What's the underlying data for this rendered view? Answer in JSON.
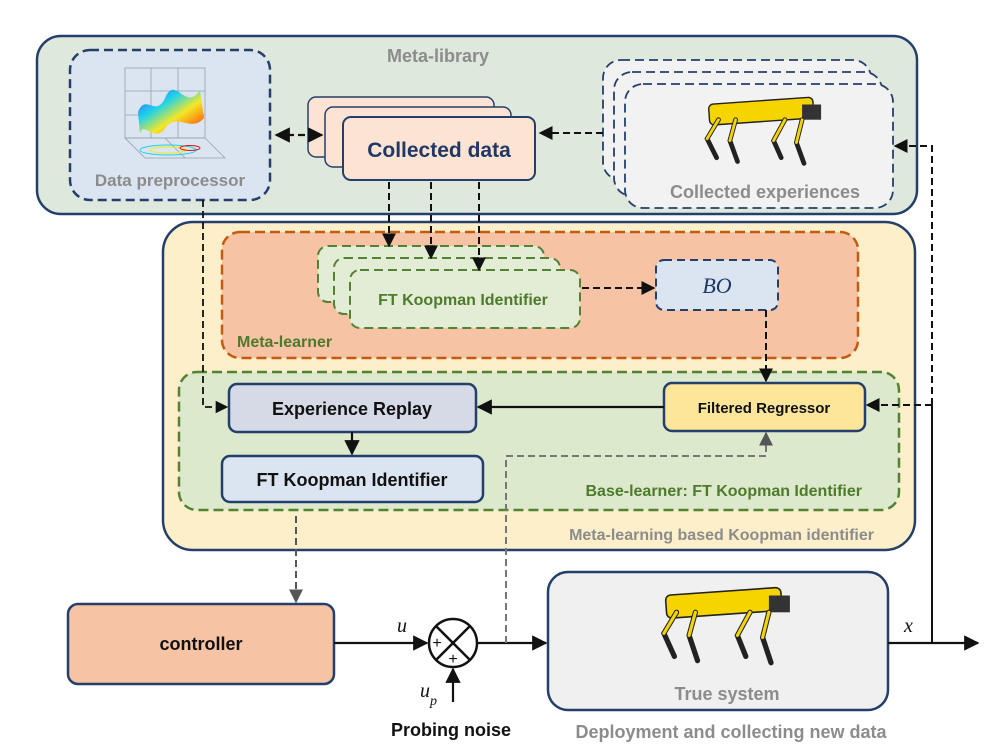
{
  "meta_library": {
    "title": "Meta-library",
    "data_preprocessor": "Data preprocessor",
    "collected_data": "Collected data",
    "collected_experiences": "Collected experiences"
  },
  "meta_identifier": {
    "title": "Meta-learning based Koopman identifier",
    "meta_learner": {
      "title": "Meta-learner",
      "ft_identifier": "FT Koopman Identifier",
      "bo": "BO"
    },
    "base_learner": {
      "title": "Base-learner: FT Koopman Identifier",
      "experience_replay": "Experience Replay",
      "ft_identifier": "FT Koopman Identifier",
      "filtered_regressor": "Filtered Regressor"
    }
  },
  "loop": {
    "controller": "controller",
    "u_label": "u",
    "x_label": "x",
    "up_label": "u",
    "up_subscript": "p",
    "plus_top": "+",
    "plus_bottom": "+",
    "probing_noise": "Probing noise",
    "true_system": "True system",
    "deployment": "Deployment and collecting new data"
  },
  "colors": {
    "meta_library_fill": "#dfe8dd",
    "meta_identifier_fill": "#fdefc9",
    "meta_learner_fill": "#f6c3a5",
    "base_learner_fill": "#dde9cd",
    "collected_data_fill": "#fde3d3",
    "controller_fill": "#f6c3a5",
    "filtered_regressor_fill": "#fde69a",
    "blue_box_fill": "#dbe4f1",
    "border_navy": "#24406a",
    "border_orange": "#c55a11",
    "border_green": "#548235",
    "label_green": "#4e7a2c",
    "label_gray": "#8c8c8c"
  }
}
